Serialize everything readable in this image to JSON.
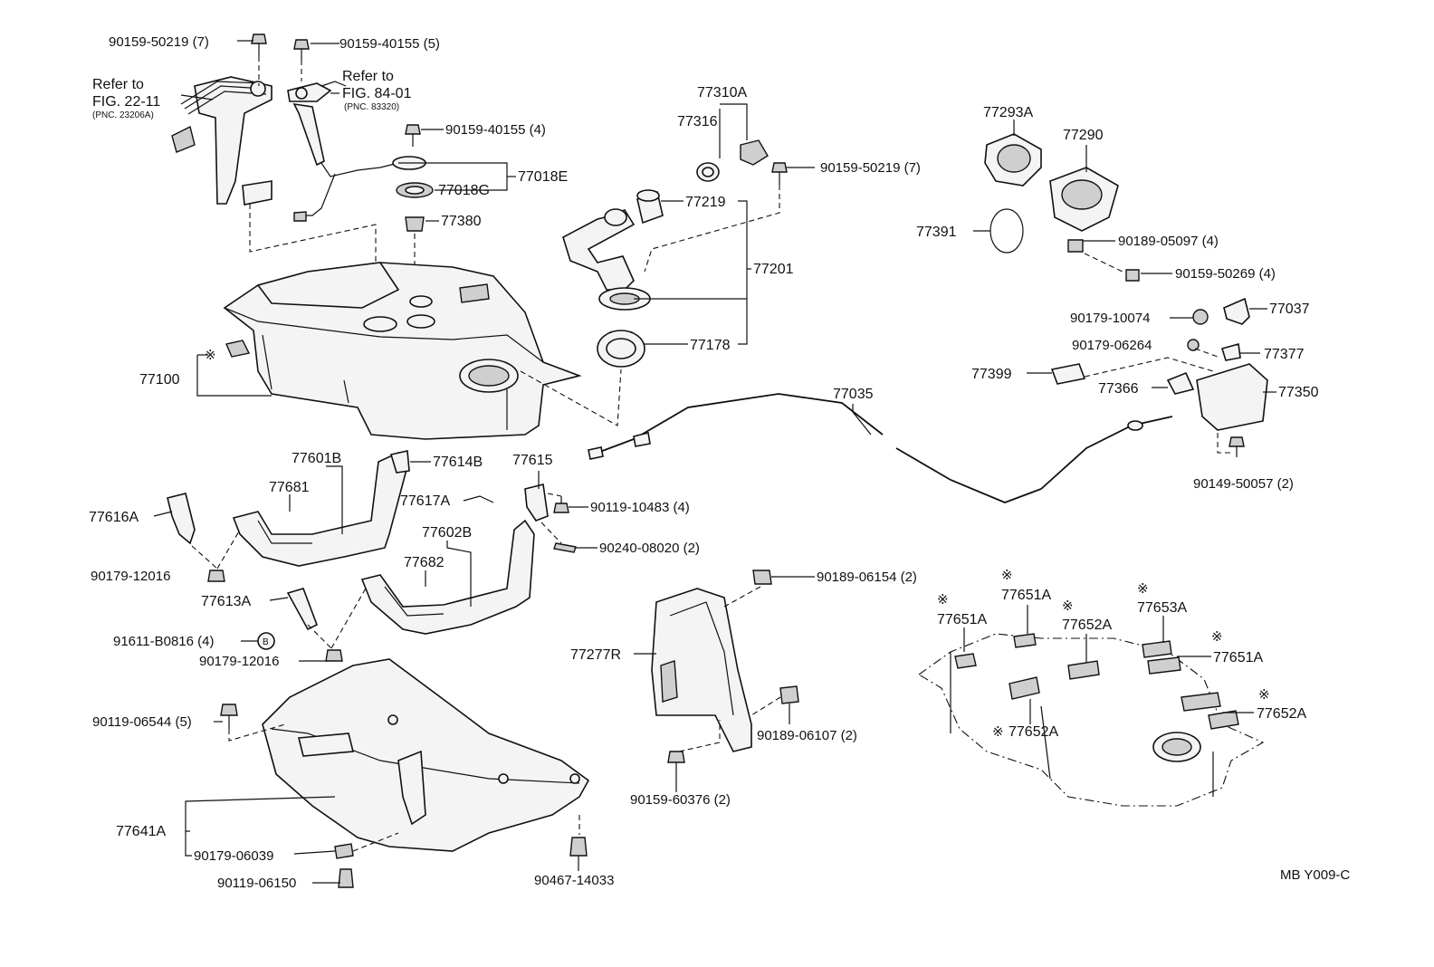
{
  "labels": {
    "p90159_50219_7a": "90159-50219 (7)",
    "p90159_40155_5": "90159-40155 (5)",
    "refer_to_a": "Refer to",
    "fig_22_11": "FIG. 22-11",
    "pnc_23206a": "(PNC. 23206A)",
    "refer_to_b": "Refer to",
    "fig_84_01": "FIG. 84-01",
    "pnc_83320": "(PNC. 83320)",
    "p90159_40155_4": "90159-40155 (4)",
    "p77018e": "77018E",
    "p77018g": "77018G",
    "p77380": "77380",
    "p77100": "77100",
    "p77310a": "77310A",
    "p77316": "77316",
    "p90159_50219_7b": "90159-50219 (7)",
    "p77219": "77219",
    "p77201": "77201",
    "p77178": "77178",
    "p77293a": "77293A",
    "p77290": "77290",
    "p77391": "77391",
    "p90189_05097_4": "90189-05097 (4)",
    "p90159_50269_4": "90159-50269 (4)",
    "p90179_10074": "90179-10074",
    "p77037": "77037",
    "p90179_06264": "90179-06264",
    "p77377": "77377",
    "p77399": "77399",
    "p77366": "77366",
    "p77350": "77350",
    "p77035": "77035",
    "p90149_50057_2": "90149-50057 (2)",
    "p77601b": "77601B",
    "p77614b": "77614B",
    "p77681": "77681",
    "p77615": "77615",
    "p77617a": "77617A",
    "p90119_10483_4": "90119-10483 (4)",
    "p77616a": "77616A",
    "p77602b": "77602B",
    "p90240_08020_2": "90240-08020 (2)",
    "p77682": "77682",
    "p90179_12016a": "90179-12016",
    "p77613a": "77613A",
    "p91611_b0816_4": "91611-B0816 (4)",
    "circle_b": "B",
    "p90179_12016b": "90179-12016",
    "p90119_06544_5": "90119-06544 (5)",
    "p77641a": "77641A",
    "p90179_06039": "90179-06039",
    "p90119_06150": "90119-06150",
    "p90467_14033": "90467-14033",
    "p90189_06154_2": "90189-06154 (2)",
    "p77277r": "77277R",
    "p90189_06107_2": "90189-06107 (2)",
    "p90159_60376_2": "90159-60376 (2)",
    "p77651a_a": "77651A",
    "p77651a_b": "77651A",
    "p77652a_a": "77652A",
    "p77653a": "77653A",
    "p77651a_c": "77651A",
    "p77652a_b": "77652A",
    "p77652a_c": "77652A",
    "star": "※",
    "mb_code": "MB Y009-C"
  }
}
